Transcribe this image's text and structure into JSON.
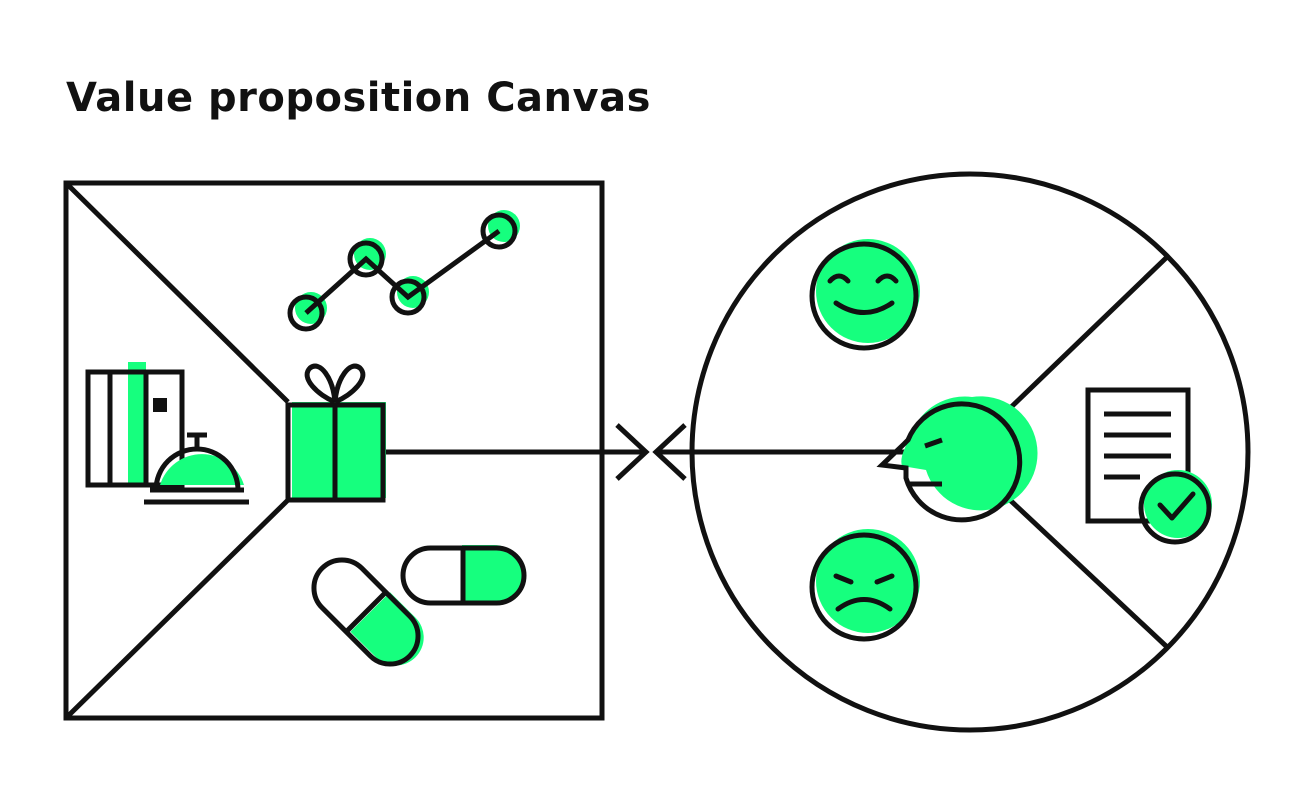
{
  "title": "Value proposition Canvas",
  "colors": {
    "accent": "#16FF7E",
    "stroke": "#111111",
    "background": "#ffffff"
  },
  "value_map": {
    "shape": "square",
    "sections": [
      "gain-creators",
      "products-and-services",
      "pain-relievers"
    ],
    "icons": [
      "line-chart-icon",
      "gift-box-icon",
      "service-bell-icon",
      "door-icon",
      "pill-capsule-icon"
    ]
  },
  "customer_profile": {
    "shape": "circle",
    "sections": [
      "gains",
      "customer-jobs",
      "pains"
    ],
    "icons": [
      "smiling-face-icon",
      "frowning-face-icon",
      "customer-head-icon",
      "checked-document-icon"
    ]
  },
  "connector": "arrows-pointing-together"
}
